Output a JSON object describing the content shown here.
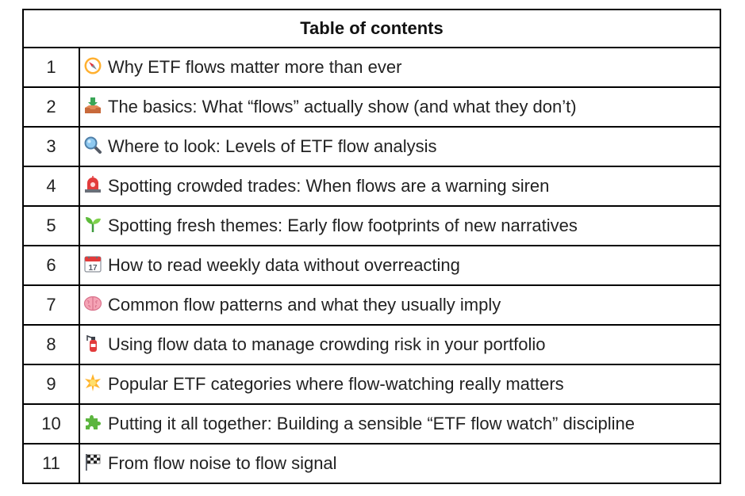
{
  "table": {
    "header": "Table of contents",
    "rows": [
      {
        "number": "1",
        "icon": "compass-icon",
        "title": "Why ETF flows matter more than ever"
      },
      {
        "number": "2",
        "icon": "inbox-tray-icon",
        "title": "The basics: What “flows” actually show (and what they don’t)"
      },
      {
        "number": "3",
        "icon": "magnifying-glass-icon",
        "title": "Where to look: Levels of ETF flow analysis"
      },
      {
        "number": "4",
        "icon": "police-siren-icon",
        "title": "Spotting crowded trades: When flows are a warning siren"
      },
      {
        "number": "5",
        "icon": "seedling-icon",
        "title": "Spotting fresh themes: Early flow footprints of new narratives"
      },
      {
        "number": "6",
        "icon": "calendar-icon",
        "title": "How to read weekly data without overreacting"
      },
      {
        "number": "7",
        "icon": "brain-icon",
        "title": "Common flow patterns and what they usually imply"
      },
      {
        "number": "8",
        "icon": "fire-extinguisher-icon",
        "title": "Using flow data to manage crowding risk in your portfolio"
      },
      {
        "number": "9",
        "icon": "glowing-star-icon",
        "title": "Popular ETF categories where flow-watching really matters"
      },
      {
        "number": "10",
        "icon": "puzzle-piece-icon",
        "title": "Putting it all together: Building a sensible “ETF flow watch” discipline"
      },
      {
        "number": "11",
        "icon": "checkered-flag-icon",
        "title": "From flow noise to flow signal"
      }
    ]
  },
  "calendar_icon_day": "17"
}
